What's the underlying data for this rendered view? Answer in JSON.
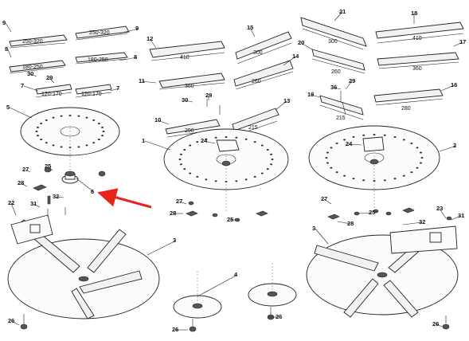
{
  "diagram": {
    "callouts": [
      {
        "id": "c9a",
        "label": "9"
      },
      {
        "id": "c9b",
        "label": "9"
      },
      {
        "id": "c8a",
        "label": "8"
      },
      {
        "id": "c8b",
        "label": "8"
      },
      {
        "id": "c30a",
        "label": "30"
      },
      {
        "id": "c29a",
        "label": "29"
      },
      {
        "id": "c7a",
        "label": "7"
      },
      {
        "id": "c7b",
        "label": "7"
      },
      {
        "id": "c5",
        "label": "5"
      },
      {
        "id": "c27a",
        "label": "27"
      },
      {
        "id": "c25a",
        "label": "25"
      },
      {
        "id": "c28a",
        "label": "28"
      },
      {
        "id": "c32a",
        "label": "32"
      },
      {
        "id": "c6",
        "label": "6"
      },
      {
        "id": "c22",
        "label": "22"
      },
      {
        "id": "c31a",
        "label": "31"
      },
      {
        "id": "c3a",
        "label": "3"
      },
      {
        "id": "c26a",
        "label": "26"
      },
      {
        "id": "c12",
        "label": "12"
      },
      {
        "id": "c15",
        "label": "15"
      },
      {
        "id": "c11",
        "label": "11"
      },
      {
        "id": "c14",
        "label": "14"
      },
      {
        "id": "c30b",
        "label": "30"
      },
      {
        "id": "c29b",
        "label": "29"
      },
      {
        "id": "c13",
        "label": "13"
      },
      {
        "id": "c10",
        "label": "10"
      },
      {
        "id": "c24a",
        "label": "24"
      },
      {
        "id": "c1",
        "label": "1"
      },
      {
        "id": "c27b",
        "label": "27"
      },
      {
        "id": "c28b",
        "label": "28"
      },
      {
        "id": "c25b",
        "label": "25"
      },
      {
        "id": "c4",
        "label": "4"
      },
      {
        "id": "c26b",
        "label": "26"
      },
      {
        "id": "c26c",
        "label": "26"
      },
      {
        "id": "c21",
        "label": "21"
      },
      {
        "id": "c18",
        "label": "18"
      },
      {
        "id": "c20",
        "label": "20"
      },
      {
        "id": "c17",
        "label": "17"
      },
      {
        "id": "c36",
        "label": "36"
      },
      {
        "id": "c29c",
        "label": "29"
      },
      {
        "id": "c19",
        "label": "19"
      },
      {
        "id": "c16",
        "label": "16"
      },
      {
        "id": "c24b",
        "label": "24"
      },
      {
        "id": "c2",
        "label": "2"
      },
      {
        "id": "c27c",
        "label": "27"
      },
      {
        "id": "c25c",
        "label": "25"
      },
      {
        "id": "c28c",
        "label": "28"
      },
      {
        "id": "c3b",
        "label": "3"
      },
      {
        "id": "c32b",
        "label": "32"
      },
      {
        "id": "c23",
        "label": "23"
      },
      {
        "id": "c31b",
        "label": "31"
      },
      {
        "id": "c26d",
        "label": "26"
      }
    ],
    "dimensions": [
      {
        "id": "d1",
        "label": "250-320"
      },
      {
        "id": "d2",
        "label": "250-320"
      },
      {
        "id": "d3",
        "label": "180-250"
      },
      {
        "id": "d4",
        "label": "180-250"
      },
      {
        "id": "d5",
        "label": "120-170"
      },
      {
        "id": "d6",
        "label": "120-170"
      },
      {
        "id": "d7",
        "label": "410"
      },
      {
        "id": "d8",
        "label": "300"
      },
      {
        "id": "d9",
        "label": "360"
      },
      {
        "id": "d10",
        "label": "260"
      },
      {
        "id": "d11",
        "label": "290"
      },
      {
        "id": "d12",
        "label": "215"
      },
      {
        "id": "d13",
        "label": "300"
      },
      {
        "id": "d14",
        "label": "410"
      },
      {
        "id": "d15",
        "label": "260"
      },
      {
        "id": "d16",
        "label": "360"
      },
      {
        "id": "d17",
        "label": "215"
      },
      {
        "id": "d18",
        "label": "280"
      }
    ]
  }
}
